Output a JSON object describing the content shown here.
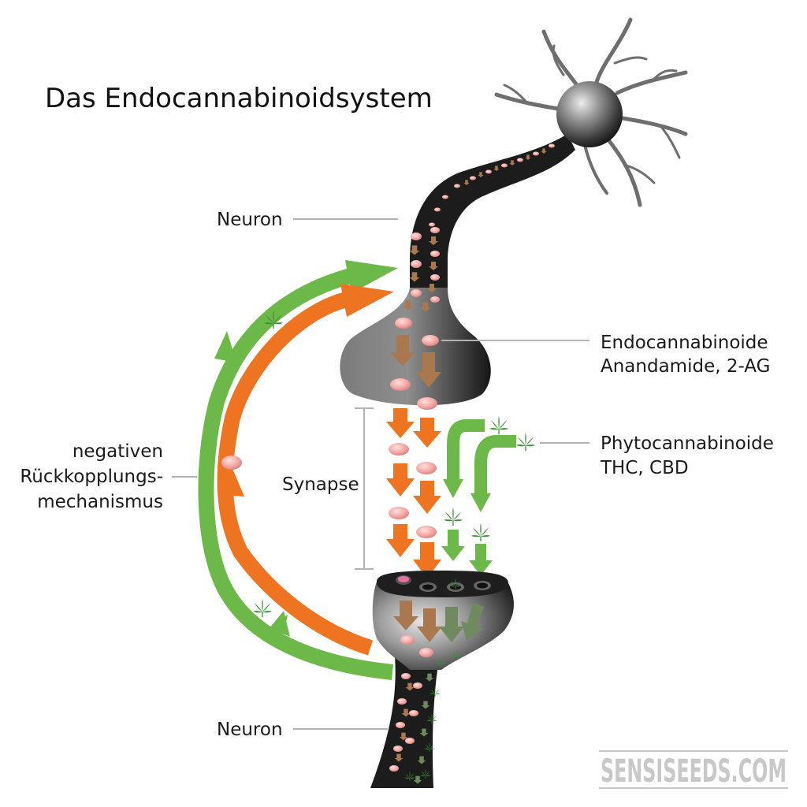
{
  "title": "Das Endocannabinoidsystem",
  "labels": {
    "neuron_top": "Neuron",
    "neuron_bottom": "Neuron",
    "endo_line1": "Endocannabinoide",
    "endo_line2": "Anandamide, 2-AG",
    "phyto_line1": "Phytocannabinoide",
    "phyto_line2": "THC, CBD",
    "synapse": "Synapse",
    "feedback_line1": "negativen",
    "feedback_line2": "Rückkopplungs-",
    "feedback_line3": "mechanismus"
  },
  "watermark": "SENSISEEDS.COM",
  "colors": {
    "orange": "#ee7421",
    "green": "#6cb94a",
    "brown_arrow": "#a9784f",
    "vesicle_pink": "#f4a7a4",
    "neuron_dark": "#1c1c1c",
    "leader_line": "#b3b3b3",
    "watermark": "#c8c8c8",
    "leaf_green": "#3c8f37"
  },
  "icons": {
    "cannabis_leaf": "cannabis-leaf-icon",
    "vesicle": "vesicle-icon"
  }
}
